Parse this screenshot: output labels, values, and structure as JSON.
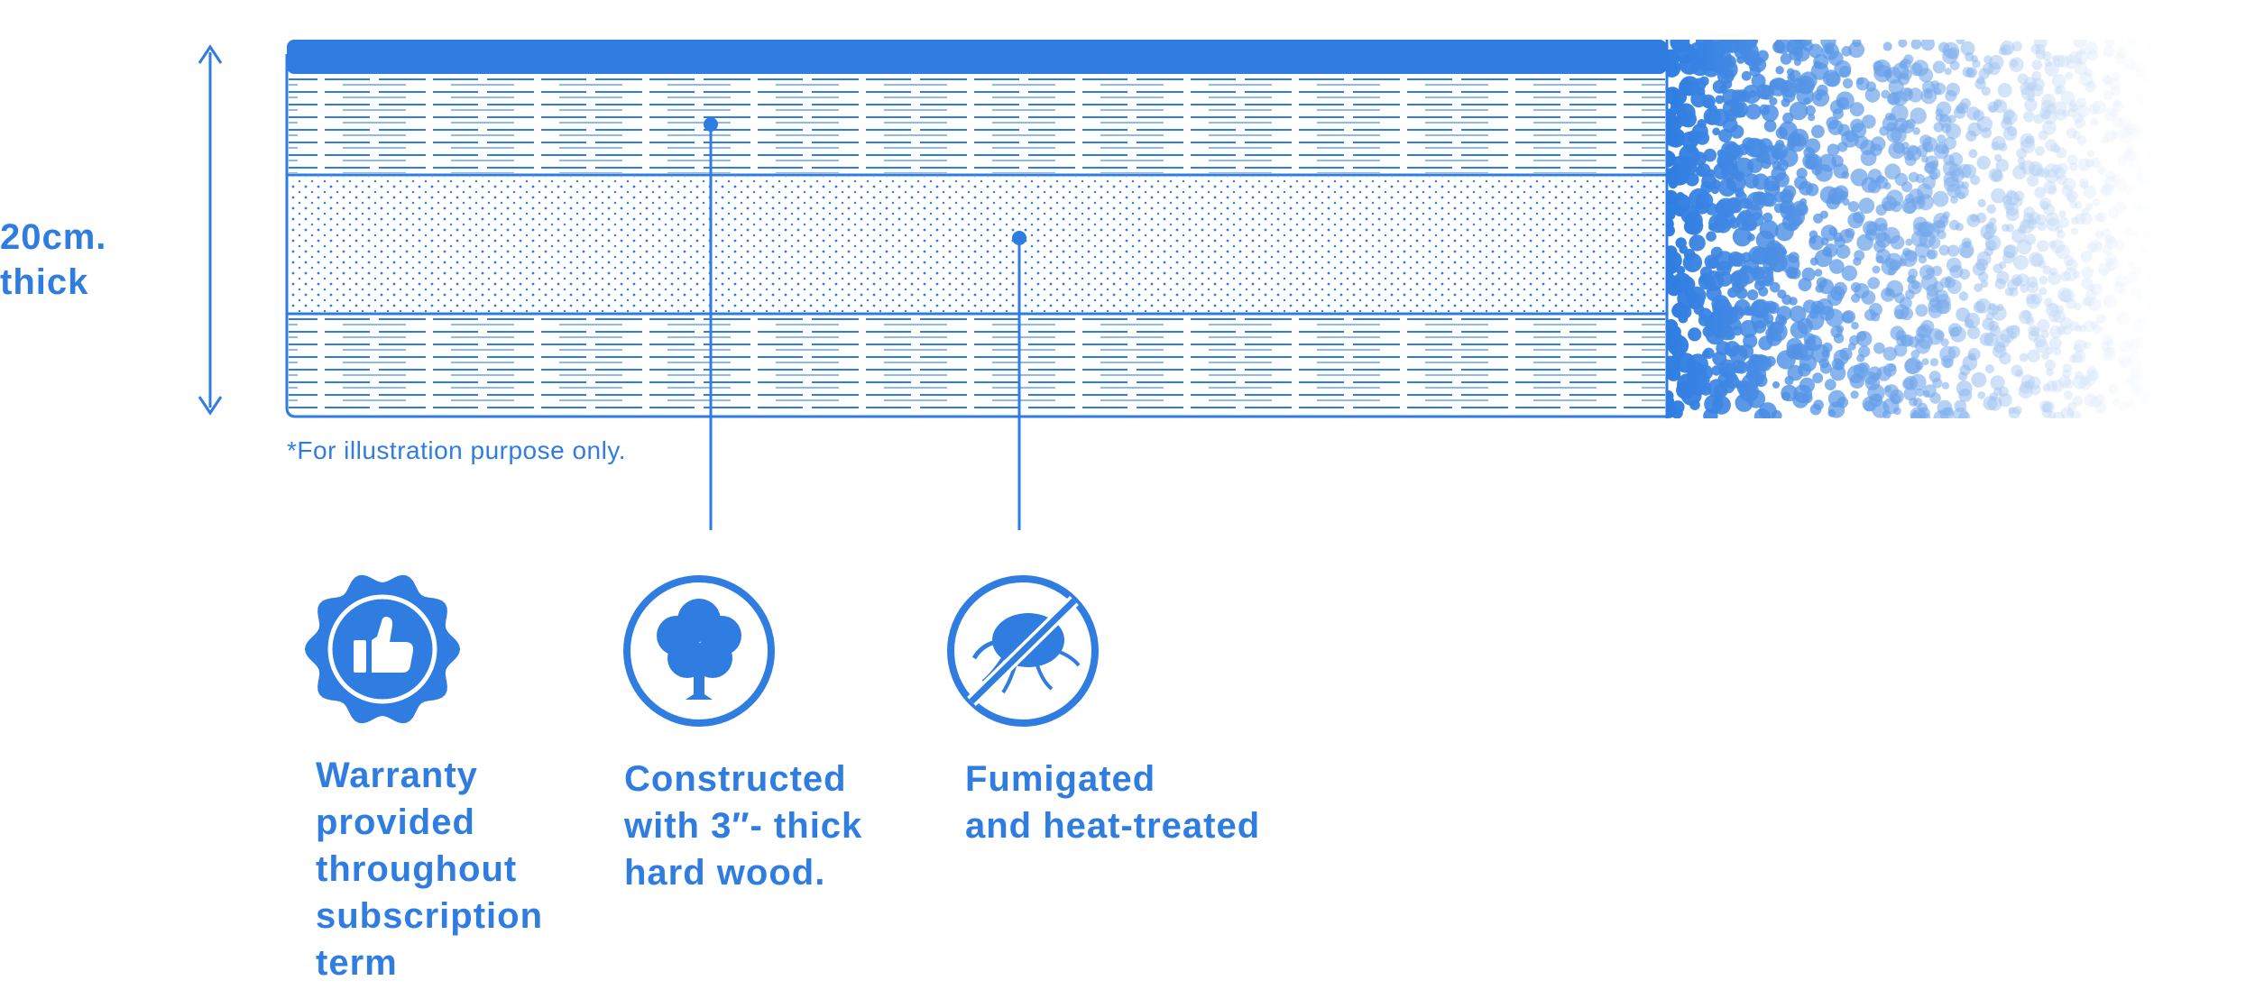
{
  "thickness": {
    "line1": "20cm.",
    "line2": "thick"
  },
  "disclaimer": "*For illustration purpose only.",
  "features": [
    {
      "icon": "thumbs-up-badge-icon",
      "lines": [
        "Warranty",
        "provided",
        "throughout",
        "subscription",
        "term"
      ]
    },
    {
      "icon": "tree-icon",
      "lines": [
        "Constructed",
        "with 3″- thick",
        "hard wood."
      ]
    },
    {
      "icon": "no-dust-mite-icon",
      "lines": [
        "Fumigated",
        "and heat-treated"
      ]
    }
  ],
  "colors": {
    "accent": "#2f7de1",
    "light": "#8fbaf0"
  }
}
